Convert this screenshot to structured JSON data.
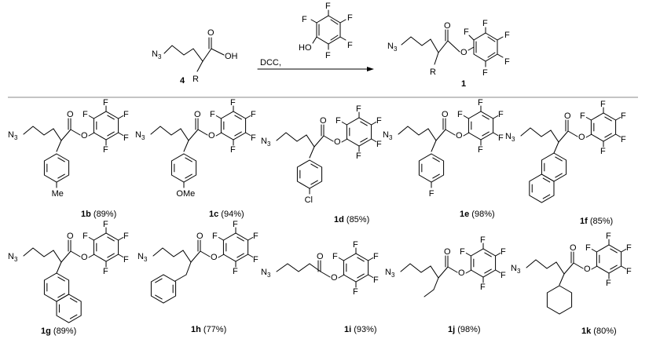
{
  "reaction": {
    "reagent_label": "DCC,",
    "starting_material_number": "4",
    "product_number": "1",
    "substituent": "R"
  },
  "atoms": {
    "n3": "N",
    "n3_sub": "3",
    "oh": "OH",
    "o": "O",
    "f": "F",
    "ho": "HO"
  },
  "products": [
    {
      "id": "1b",
      "yield": " (89%)",
      "sub_text": "Me"
    },
    {
      "id": "1c",
      "yield": " (94%)",
      "sub_text": "OMe"
    },
    {
      "id": "1d",
      "yield": " (85%)",
      "sub_text": "Cl"
    },
    {
      "id": "1e",
      "yield": " (98%)",
      "sub_text": "F"
    },
    {
      "id": "1f",
      "yield": " (85%)",
      "sub_text": ""
    },
    {
      "id": "1g",
      "yield": " (89%)",
      "sub_text": ""
    },
    {
      "id": "1h",
      "yield": " (77%)",
      "sub_text": ""
    },
    {
      "id": "1i",
      "yield": " (93%)",
      "sub_text": ""
    },
    {
      "id": "1j",
      "yield": " (98%)",
      "sub_text": ""
    },
    {
      "id": "1k",
      "yield": " (80%)",
      "sub_text": ""
    }
  ]
}
